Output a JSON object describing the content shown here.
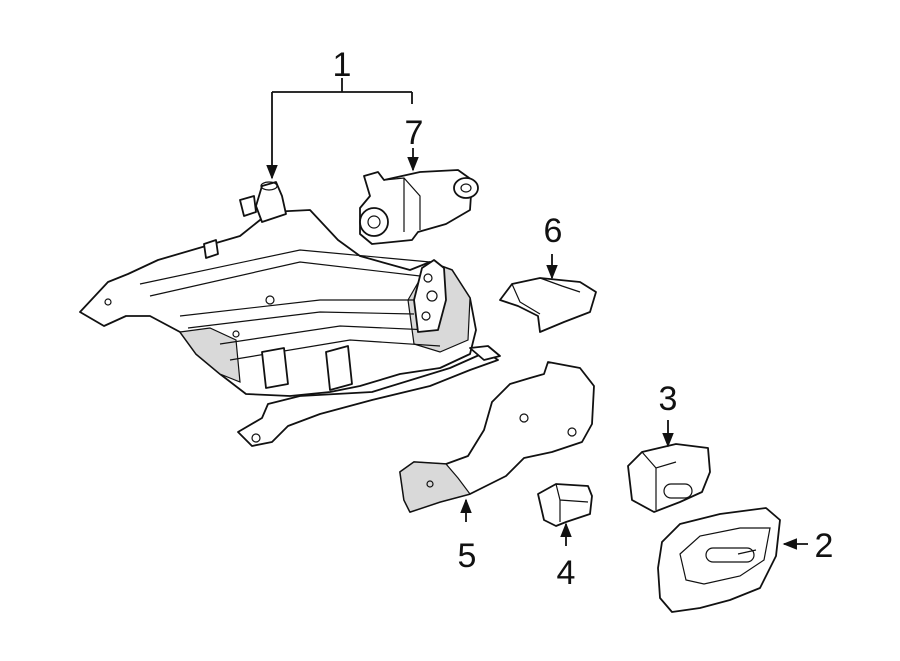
{
  "callouts": {
    "c1": "1",
    "c2": "2",
    "c3": "3",
    "c4": "4",
    "c5": "5",
    "c6": "6",
    "c7": "7"
  },
  "colors": {
    "ink": "#111111",
    "part_fill": "#ffffff",
    "part_shade": "#d9d9d9"
  }
}
